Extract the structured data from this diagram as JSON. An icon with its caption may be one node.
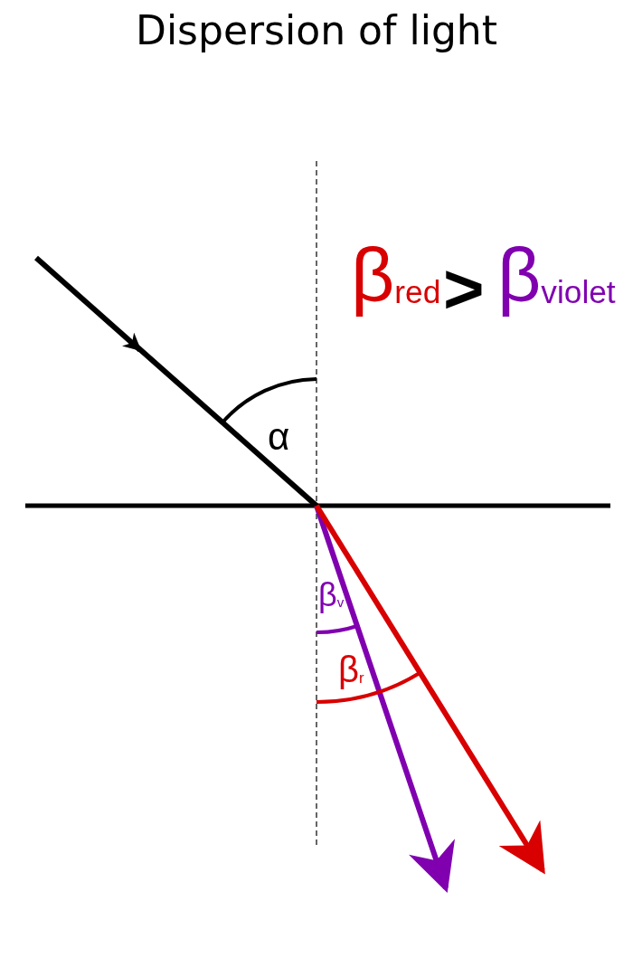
{
  "diagram": {
    "title": "Dispersion of light",
    "labels": [
      "β$_{red}$",
      ">",
      "β$_{violet}$",
      "α",
      "β$_{v}$",
      "β$_{r}$"
    ]
  }
}
